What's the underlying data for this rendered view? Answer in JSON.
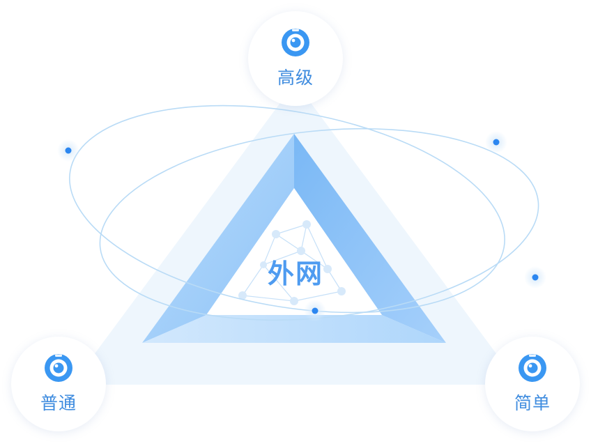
{
  "center": {
    "label": "外网"
  },
  "nodes": {
    "top": {
      "label": "高级",
      "icon": "camera-icon"
    },
    "left": {
      "label": "普通",
      "icon": "camera-icon"
    },
    "right": {
      "label": "简单",
      "icon": "camera-icon"
    }
  },
  "colors": {
    "accent": "#3f8cdf",
    "icon": "#3a97f2",
    "triangle_outer": "#eef6fd",
    "triangle_inner": "#a9d2fb",
    "orbit": "#b9dbf6",
    "dot": "#2b86f0"
  }
}
